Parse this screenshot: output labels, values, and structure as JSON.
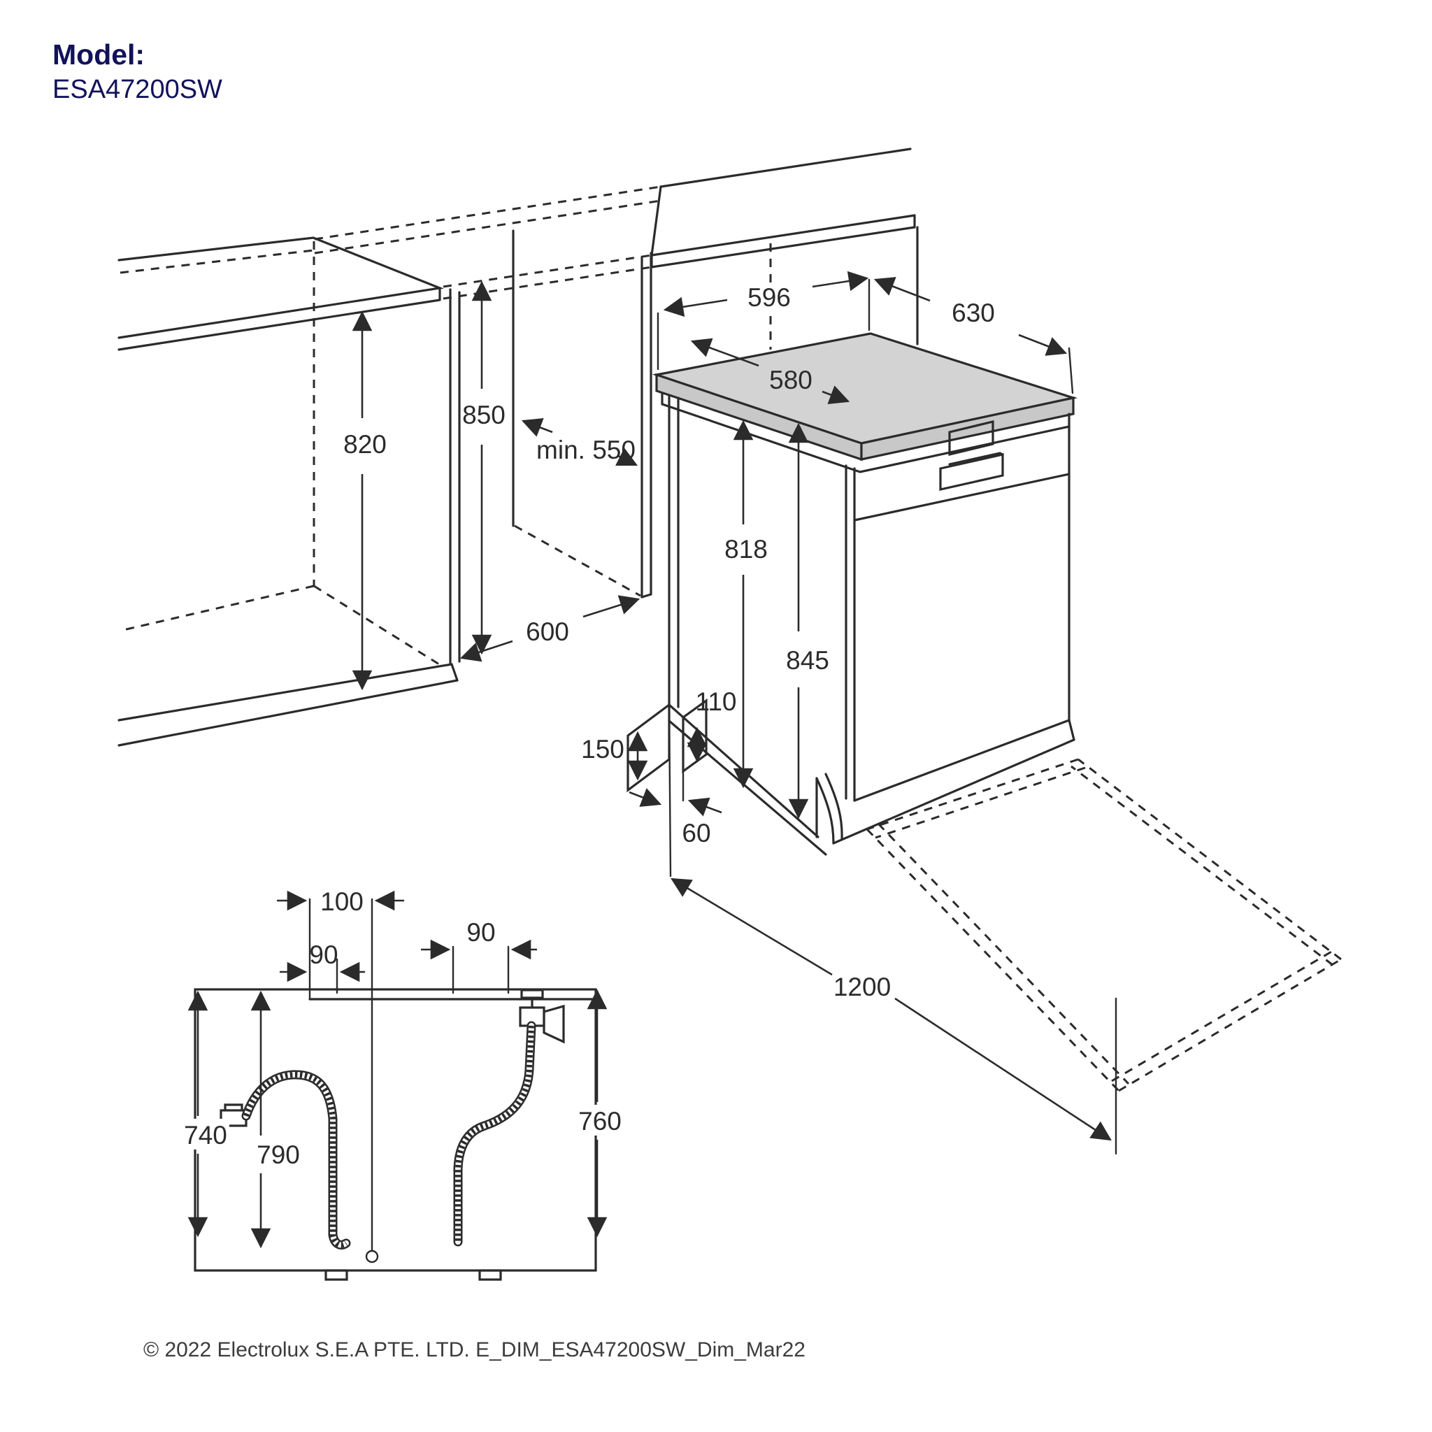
{
  "header": {
    "model_label": "Model:",
    "model_number": "ESA47200SW"
  },
  "footer": {
    "copyright": "© 2022 Electrolux S.E.A PTE. LTD. E_DIM_ESA47200SW_Dim_Mar22"
  },
  "colors": {
    "line": "#2b2b2b",
    "navy": "#12125a",
    "worktop_fill": "#d3d3d3",
    "worktop_edge_fill": "#c8c8c8"
  },
  "installation_view": {
    "dimensions": {
      "appliance_width": "596",
      "total_depth": "630",
      "worktop_depth": "580",
      "counter_height": "850",
      "niche_height": "820",
      "niche_depth": "min. 550",
      "cabinet_depth": "600",
      "height_without_worktop": "818",
      "total_height": "845",
      "plinth_height": "150",
      "plinth_inner_height": "110",
      "plinth_recess": "60",
      "door_open_clearance": "1200"
    }
  },
  "service_view": {
    "dimensions": {
      "drain_hose_height": "740",
      "mid_hose_height": "790",
      "inlet_hose_height": "760",
      "cord_offset": "100",
      "drain_offset": "90",
      "inlet_offset": "90"
    }
  }
}
